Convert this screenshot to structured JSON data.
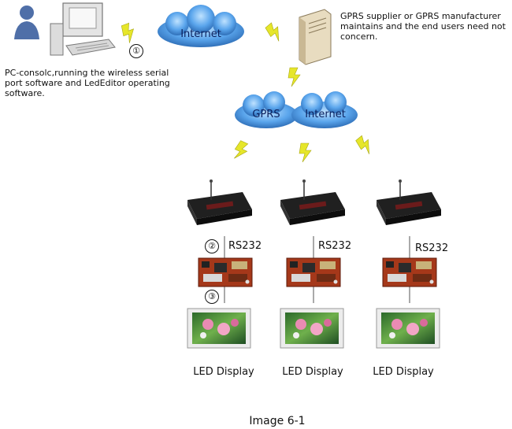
{
  "pc": {
    "description": "PC-consolc,running the wireless serial port software and LedEditor operating software."
  },
  "server": {
    "note": "GPRS supplier or GPRS manufacturer maintains and the end users need not concern."
  },
  "clouds": {
    "internet_top": "Internet",
    "gprs": "GPRS",
    "internet_mid": "Internet"
  },
  "markers": {
    "step1": "①",
    "step2": "②",
    "step3": "③"
  },
  "branches": [
    {
      "rs_label": "RS232",
      "display_label": "LED Display"
    },
    {
      "rs_label": "RS232",
      "display_label": "LED Display"
    },
    {
      "rs_label": "RS232",
      "display_label": "LED Display"
    }
  ],
  "caption": "Image 6-1",
  "colors": {
    "cloud": "#4a90d9",
    "lightning": "#e6e62a",
    "modem": "#1b1b1b",
    "controller_board": "#a33a1c"
  }
}
